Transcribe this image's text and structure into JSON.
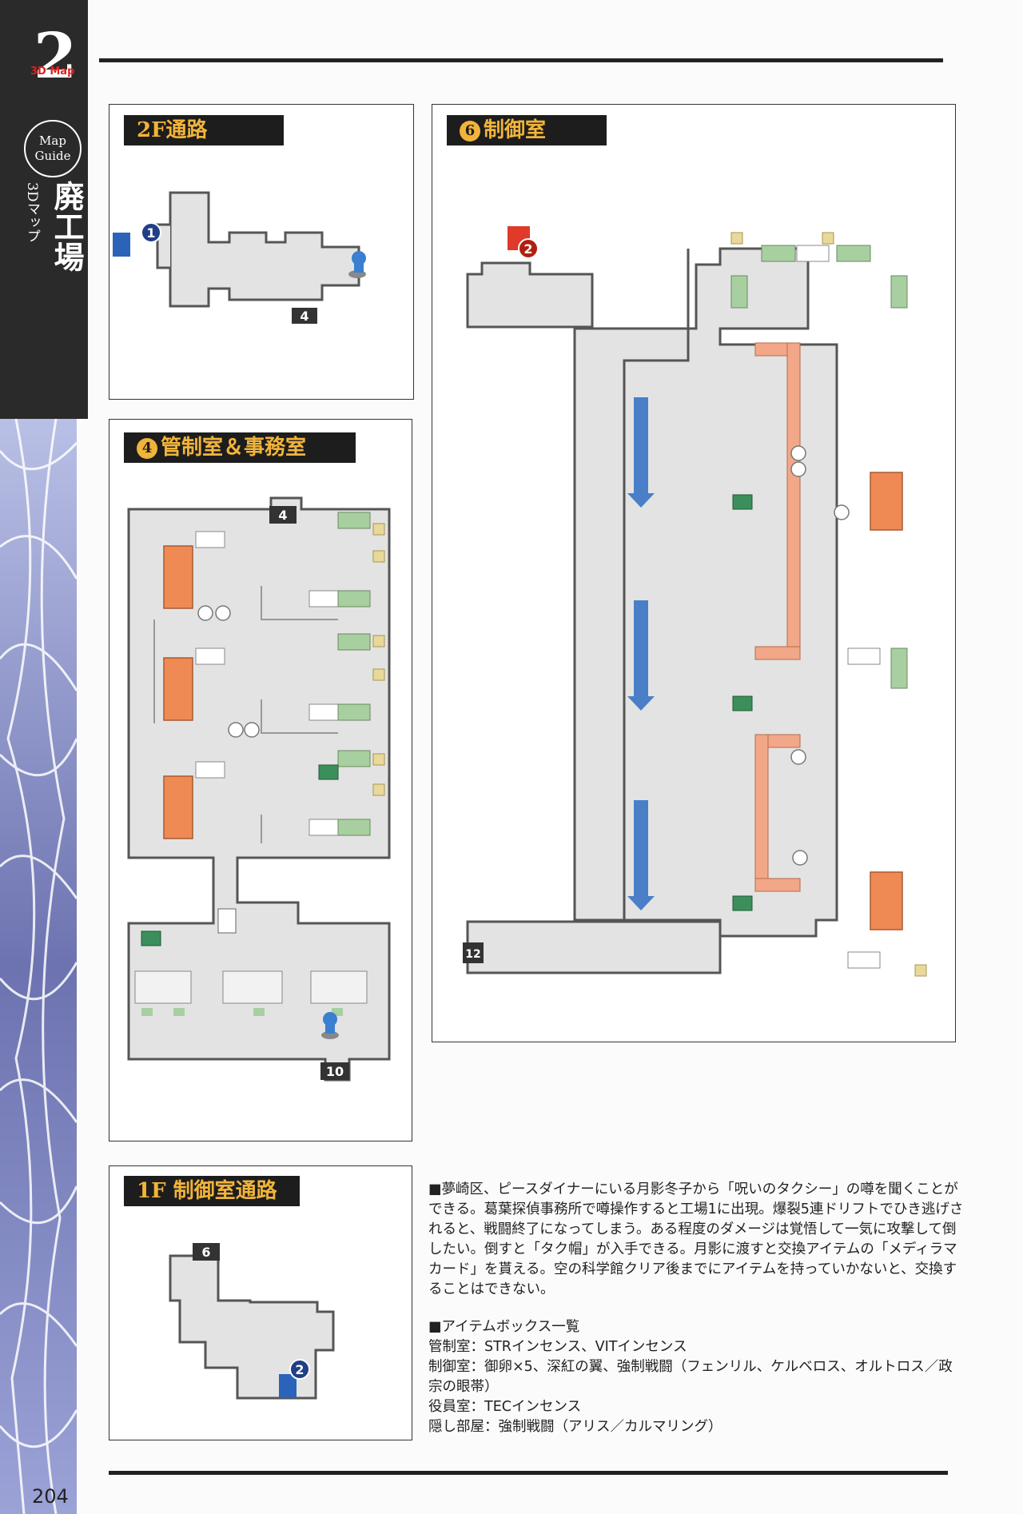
{
  "chapter": {
    "number": "2",
    "tag": "3D Map",
    "guide_line1": "Map",
    "guide_line2": "Guide",
    "title": "廃工場",
    "subtitle": "3Dマップ"
  },
  "maps": {
    "m2f": {
      "title": "2F通路",
      "labels": {
        "a": "1",
        "b": "4"
      }
    },
    "m4": {
      "num": "4",
      "title": "管制室＆事務室",
      "labels": {
        "a": "4",
        "b": "10"
      }
    },
    "m6": {
      "num": "6",
      "title": "制御室",
      "labels": {
        "a": "2",
        "b": "12"
      }
    },
    "m1f": {
      "title": "1F 制御室通路",
      "labels": {
        "a": "6",
        "b": "2"
      }
    }
  },
  "text": {
    "p1": "■夢崎区、ピースダイナーにいる月影冬子から「呪いのタクシー」の噂を聞くことができる。葛葉探偵事務所で噂操作すると工場1に出現。爆裂5連ドリフトでひき逃げされると、戦闘終了になってしまう。ある程度のダメージは覚悟して一気に攻撃して倒したい。倒すと「タク帽」が入手できる。月影に渡すと交換アイテムの「メディラマカード」を貰える。空の科学館クリア後までにアイテムを持っていかないと、交換することはできない。",
    "h2": "■アイテムボックス一覧",
    "l1": "管制室：STRインセンス、VITインセンス",
    "l2": "制御室：御卵×5、深紅の翼、強制戦闘（フェンリル、ケルベロス、オルトロス／政宗の眼帯）",
    "l3": "役員室：TECインセンス",
    "l4": "隠し部屋：強制戦闘（アリス／カルマリング）"
  },
  "page_number": "204",
  "colors": {
    "floor": "#e3e3e3",
    "outline": "#555555",
    "machine": "#ef8a55",
    "panel": "#a8cfa0",
    "stairs": "#2b63b8",
    "stairs_red": "#e03a2a",
    "arrow": "#4a7fc8",
    "pipe": "#f2a888"
  }
}
